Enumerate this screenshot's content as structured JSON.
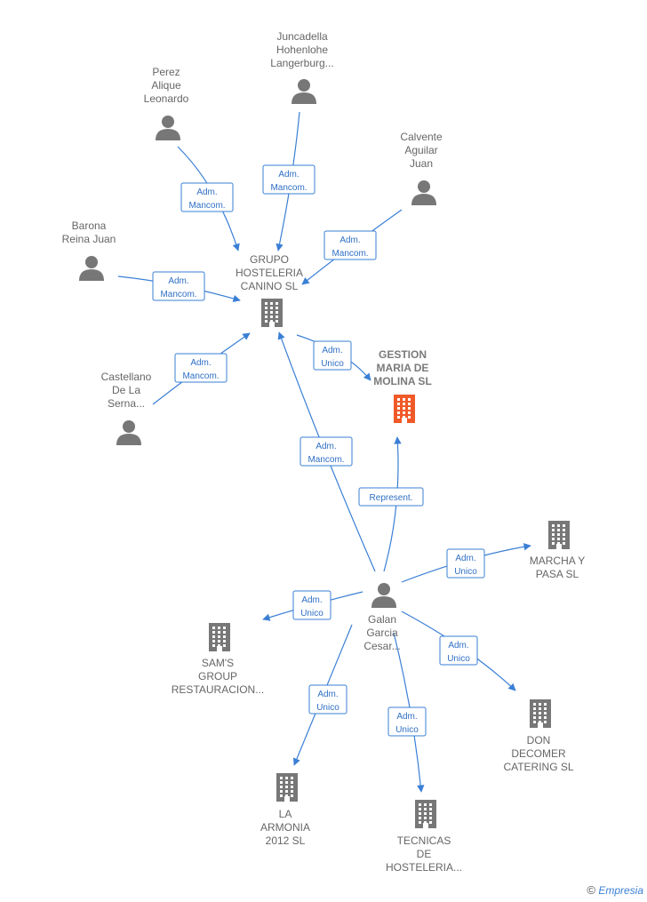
{
  "colors": {
    "edge": "#3a7fd5",
    "node": "#777777",
    "highlight": "#f05a28"
  },
  "nodes": [
    {
      "id": "grupo",
      "type": "company",
      "label": [
        "GRUPO",
        "HOSTELERIA",
        "CANINO  SL"
      ]
    },
    {
      "id": "gestion",
      "type": "company",
      "highlight": true,
      "label": [
        "GESTION",
        "MARIA DE",
        "MOLINA  SL"
      ]
    },
    {
      "id": "marcha",
      "type": "company",
      "label": [
        "MARCHA Y",
        "PASA SL"
      ]
    },
    {
      "id": "sams",
      "type": "company",
      "label": [
        "SAM'S",
        "GROUP",
        "RESTAURACION..."
      ]
    },
    {
      "id": "don",
      "type": "company",
      "label": [
        "DON",
        "DECOMER",
        "CATERING SL"
      ]
    },
    {
      "id": "armonia",
      "type": "company",
      "label": [
        "LA",
        "ARMONIA",
        "2012 SL"
      ]
    },
    {
      "id": "tecnicas",
      "type": "company",
      "label": [
        "TECNICAS",
        "DE",
        "HOSTELERIA..."
      ]
    },
    {
      "id": "juncadella",
      "type": "person",
      "label": [
        "Juncadella",
        "Hohenlohe",
        "Langerburg..."
      ]
    },
    {
      "id": "perez",
      "type": "person",
      "label": [
        "Perez",
        "Alique",
        "Leonardo"
      ]
    },
    {
      "id": "calvente",
      "type": "person",
      "label": [
        "Calvente",
        "Aguilar",
        "Juan"
      ]
    },
    {
      "id": "barona",
      "type": "person",
      "label": [
        "Barona",
        "Reina Juan"
      ]
    },
    {
      "id": "castellano",
      "type": "person",
      "label": [
        "Castellano",
        "De La",
        "Serna..."
      ]
    },
    {
      "id": "galan",
      "type": "person",
      "label": [
        "Galan",
        "Garcia",
        "Cesar..."
      ]
    }
  ],
  "edges": [
    {
      "from": "perez",
      "to": "grupo",
      "label": [
        "Adm.",
        "Mancom."
      ]
    },
    {
      "from": "juncadella",
      "to": "grupo",
      "label": [
        "Adm.",
        "Mancom."
      ]
    },
    {
      "from": "calvente",
      "to": "grupo",
      "label": [
        "Adm.",
        "Mancom."
      ]
    },
    {
      "from": "barona",
      "to": "grupo",
      "label": [
        "Adm.",
        "Mancom."
      ]
    },
    {
      "from": "castellano",
      "to": "grupo",
      "label": [
        "Adm.",
        "Mancom."
      ]
    },
    {
      "from": "grupo",
      "to": "gestion",
      "label": [
        "Adm.",
        "Unico"
      ]
    },
    {
      "from": "galan",
      "to": "grupo",
      "label": [
        "Adm.",
        "Mancom."
      ]
    },
    {
      "from": "galan",
      "to": "gestion",
      "label": [
        "Represent."
      ]
    },
    {
      "from": "galan",
      "to": "marcha",
      "label": [
        "Adm.",
        "Unico"
      ]
    },
    {
      "from": "galan",
      "to": "sams",
      "label": [
        "Adm.",
        "Unico"
      ]
    },
    {
      "from": "galan",
      "to": "don",
      "label": [
        "Adm.",
        "Unico"
      ]
    },
    {
      "from": "galan",
      "to": "armonia",
      "label": [
        "Adm.",
        "Unico"
      ]
    },
    {
      "from": "galan",
      "to": "tecnicas",
      "label": [
        "Adm.",
        "Unico"
      ]
    }
  ],
  "copyright": {
    "symbol": "©",
    "brand": "Empresia"
  }
}
